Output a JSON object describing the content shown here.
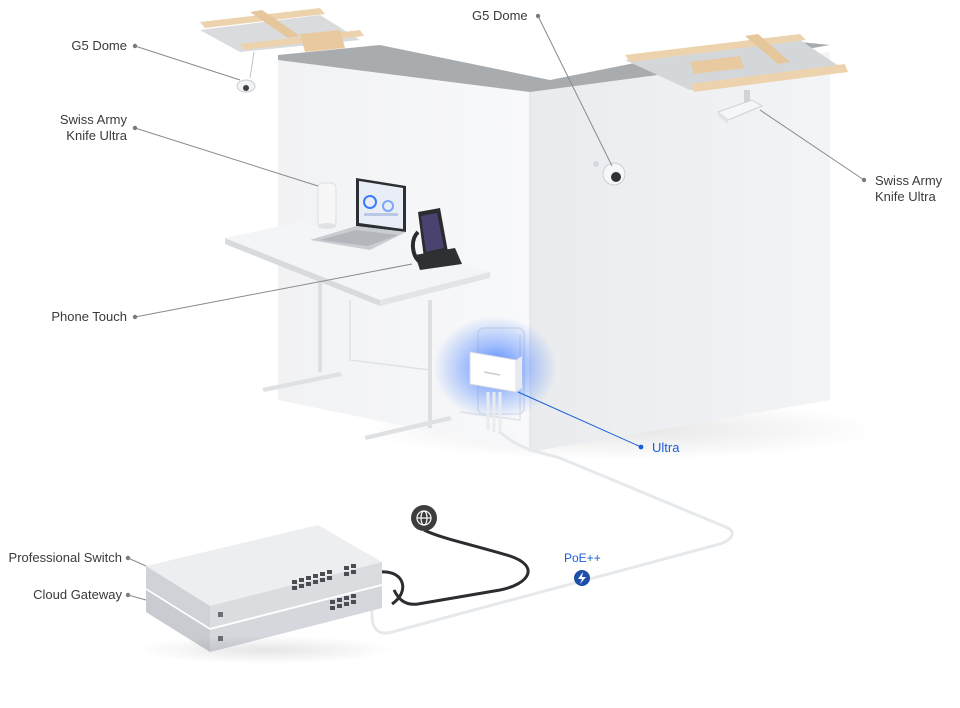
{
  "labels": {
    "g5_dome_left": "G5 Dome",
    "g5_dome_top": "G5 Dome",
    "sak_left_line1": "Swiss Army",
    "sak_left_line2": "Knife Ultra",
    "sak_right_line1": "Swiss Army",
    "sak_right_line2": "Knife Ultra",
    "phone_touch": "Phone Touch",
    "ultra": "Ultra",
    "poe": "PoE++",
    "professional_switch": "Professional Switch",
    "cloud_gateway": "Cloud Gateway"
  },
  "icons": {
    "internet": "globe-icon",
    "poe": "lightning-bolt-icon"
  },
  "colors": {
    "label_text": "#3a3a3a",
    "accent_blue": "#1a5fd6",
    "leader_line": "#8a8a8a",
    "glow": "#2f6bff",
    "poe_badge": "#1f4fa8",
    "globe_badge": "#3d3d3d"
  }
}
